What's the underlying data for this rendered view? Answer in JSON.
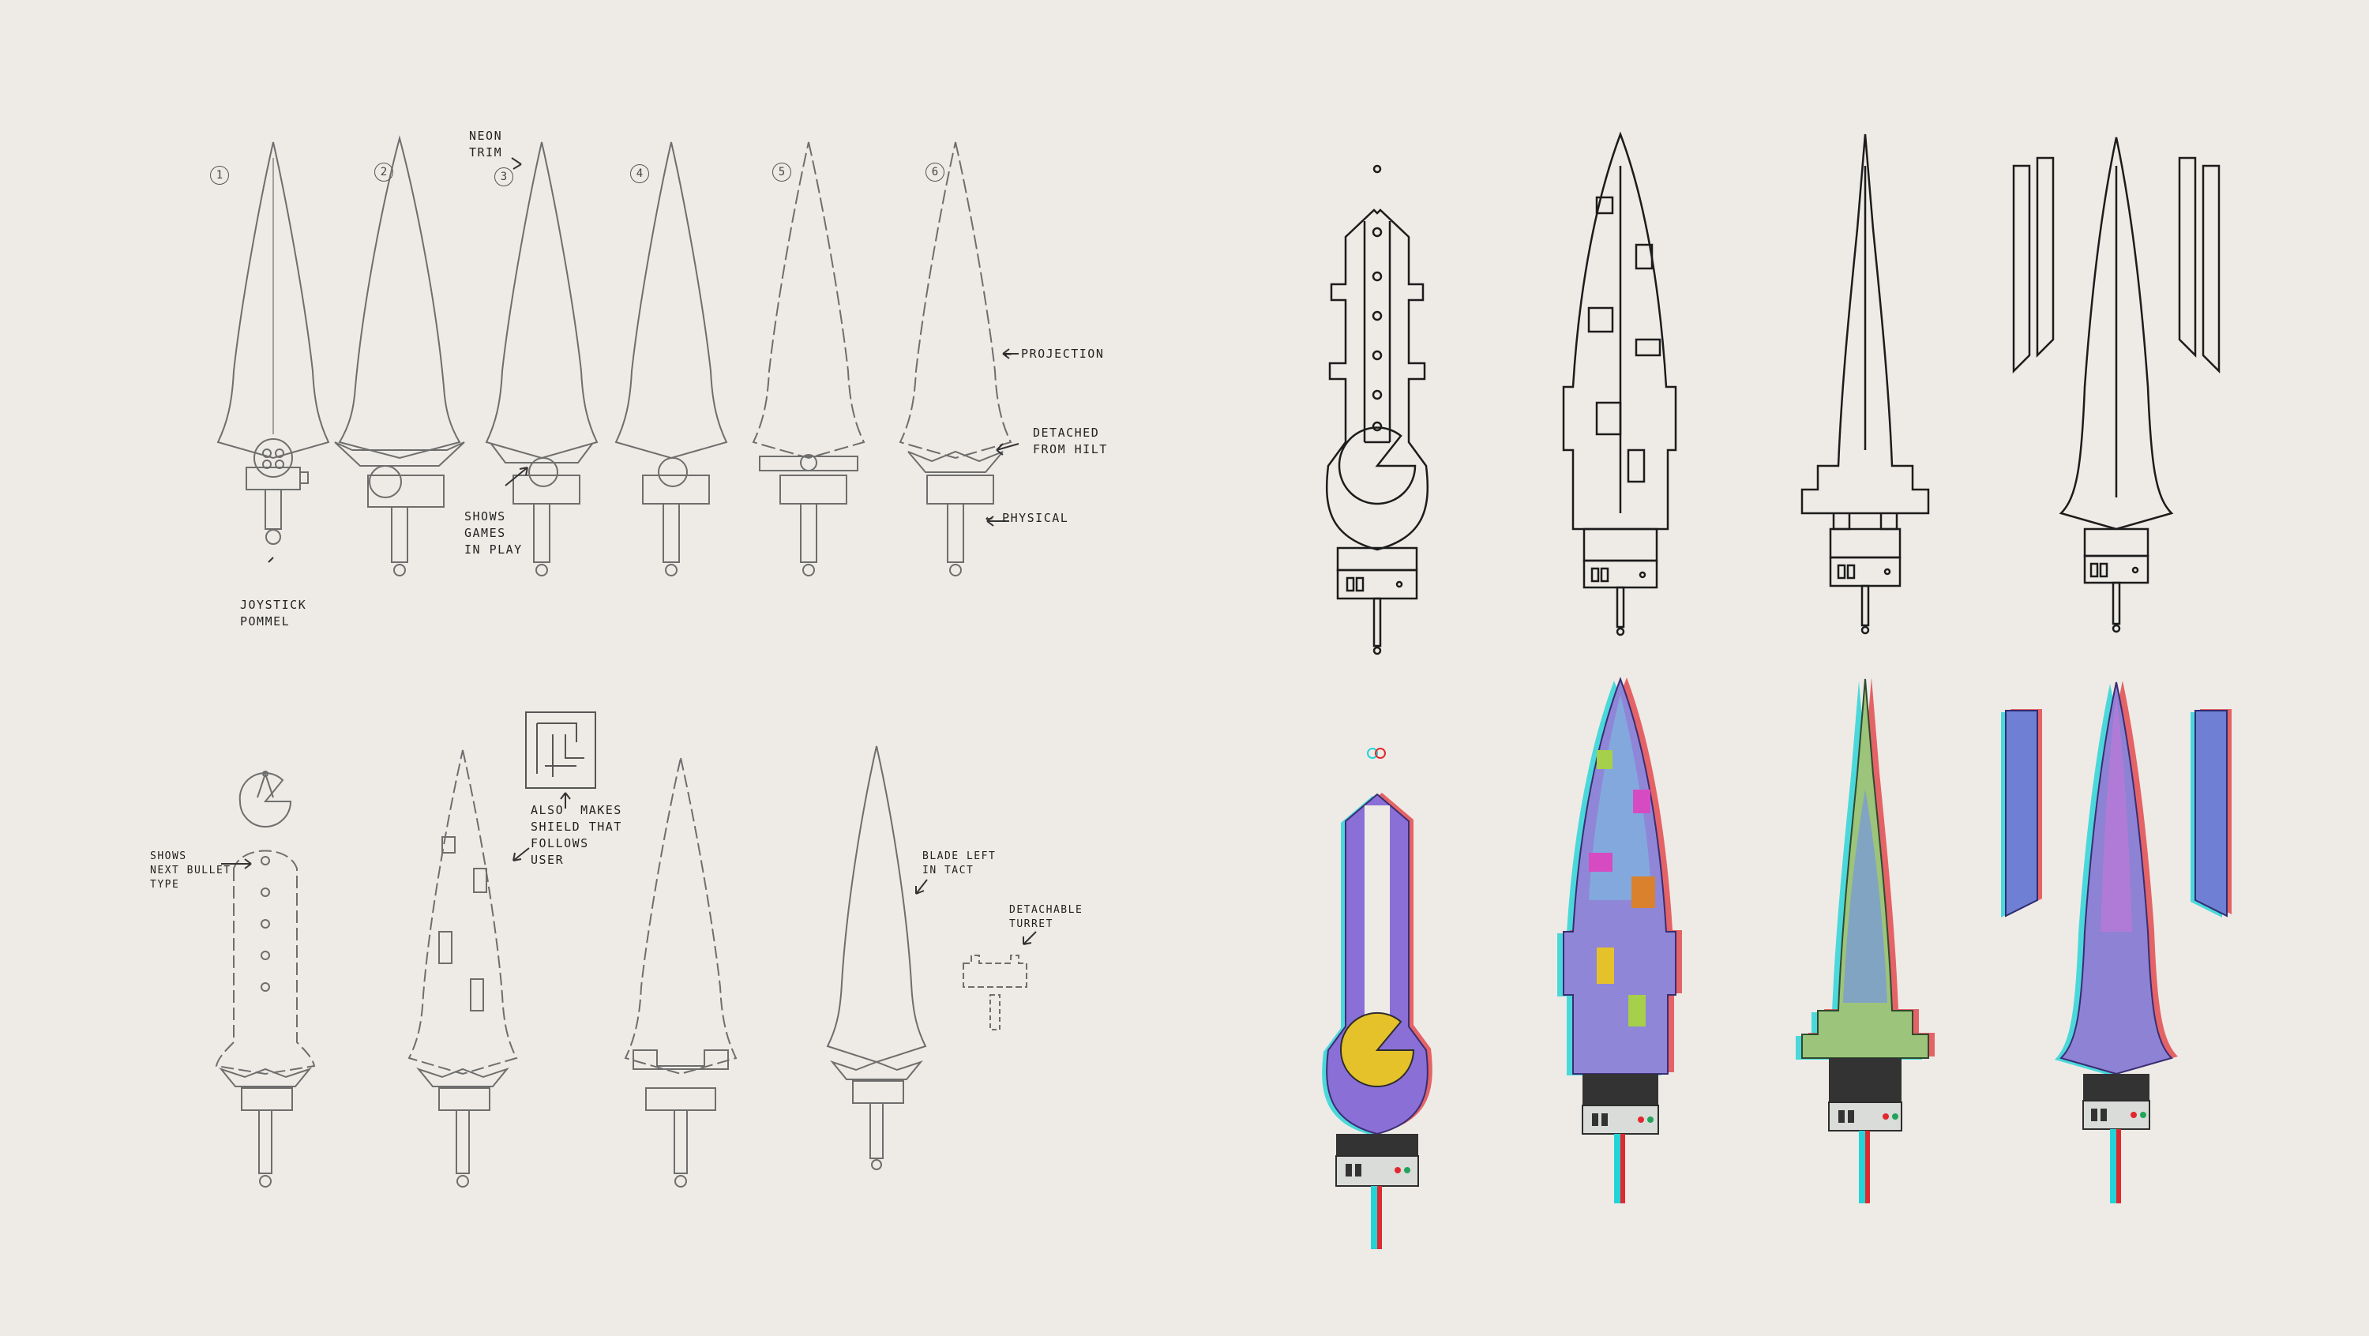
{
  "sketch_numbers": [
    "1",
    "2",
    "3",
    "4",
    "5",
    "6"
  ],
  "annotations": {
    "neon_trim": "NEON\nTRIM",
    "projection": "← PROJECTION",
    "detached_from_hilt": "DETACHED\nFROM HILT",
    "physical": "← PHYSICAL",
    "shows_games_in_play": "SHOWS\nGAMES\nIN PLAY",
    "joystick_pommel": "JOYSTICK\nPOMMEL",
    "shows_next_bullet_type": "SHOWS\nNEXT BULLET\nTYPE",
    "also_makes_shield": "ALSO  MAKES\nSHIELD THAT\nFOLLOWS\nUSER",
    "blade_left_in_tact": "BLADE LEFT\nIN TACT",
    "detachable_turret": "DETACHABLE\nTURRET"
  },
  "colors": {
    "background": "#eeebe6",
    "pencil": "#6e6e6e",
    "ink": "#1c1c1c",
    "cyan_offset": "#22d3d8",
    "red_offset": "#e0292f",
    "pacman_yellow": "#e5c22a",
    "blade_violet": "#8a6fd6",
    "blade_blue": "#6aa0e0",
    "blade_green": "#9cc47a"
  }
}
